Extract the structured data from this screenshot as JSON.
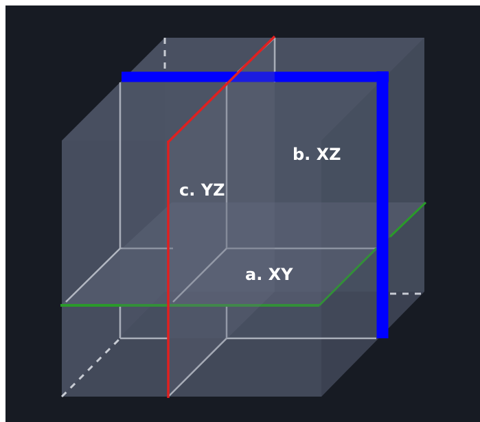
{
  "labels": {
    "xy": "a. XY",
    "xz": "b. XZ",
    "yz": "c. YZ"
  },
  "colors": {
    "background": "#171b23",
    "cube_face": "#4a5162",
    "cube_edge": "#b3b8c2",
    "plane_xy_edge": "#2a9a2a",
    "plane_xz_edge": "#0000ff",
    "plane_yz_edge": "#e02020"
  }
}
